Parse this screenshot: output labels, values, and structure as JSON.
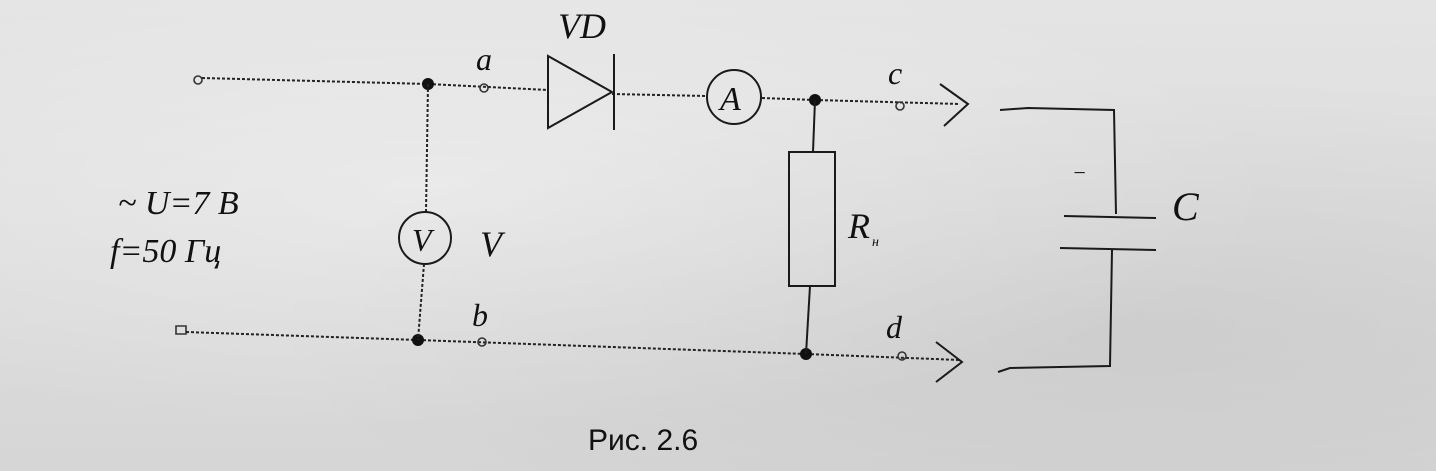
{
  "diagram": {
    "source": {
      "voltage": "~ U=7 B",
      "frequency": "f=50 Гц"
    },
    "diode": {
      "label": "VD"
    },
    "ammeter": {
      "symbol": "A"
    },
    "voltmeter": {
      "symbol": "V",
      "label": "V"
    },
    "resistor": {
      "label": "R",
      "subscript": "н"
    },
    "capacitor": {
      "label": "C",
      "polarity": "−"
    },
    "terminals": {
      "a": "a",
      "b": "b",
      "c": "c",
      "d": "d"
    }
  },
  "caption": "Рис. 2.6"
}
